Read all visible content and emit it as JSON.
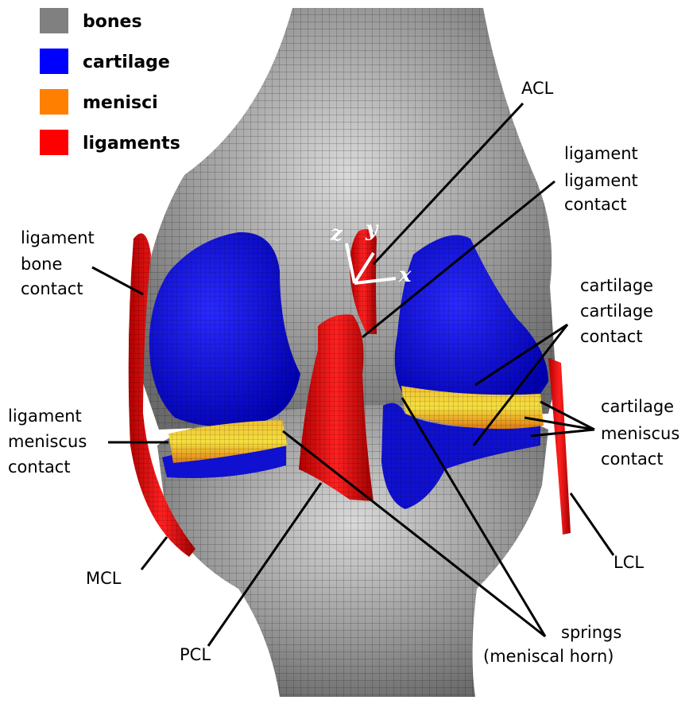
{
  "legend": [
    {
      "label": "bones",
      "color": "#808080"
    },
    {
      "label": "cartilage",
      "color": "#0000ff"
    },
    {
      "label": "menisci",
      "color": "#ff7f00"
    },
    {
      "label": "ligaments",
      "color": "#ff0000"
    }
  ],
  "axes": {
    "x": "x",
    "y": "y",
    "z": "z"
  },
  "callouts": {
    "acl": [
      "ACL"
    ],
    "ligament_ligament_contact": [
      "ligament",
      "ligament",
      "contact"
    ],
    "ligament_bone_contact": [
      "ligament",
      "bone",
      "contact"
    ],
    "cartilage_cartilage_contact": [
      "cartilage",
      "cartilage",
      "contact"
    ],
    "ligament_meniscus_contact": [
      "ligament",
      "meniscus",
      "contact"
    ],
    "cartilage_meniscus_contact": [
      "cartilage",
      "meniscus",
      "contact"
    ],
    "mcl": [
      "MCL"
    ],
    "lcl": [
      "LCL"
    ],
    "pcl": [
      "PCL"
    ],
    "springs": [
      "springs",
      "(meniscal horn)"
    ]
  },
  "colors": {
    "bone": "#8c8c8c",
    "bone_light": "#d6d6d6",
    "cartilage": "#1414e6",
    "meniscus": "#e8a020",
    "meniscus_light": "#f2e040",
    "ligament": "#e01010",
    "mesh_line": "#1a1a1a"
  }
}
